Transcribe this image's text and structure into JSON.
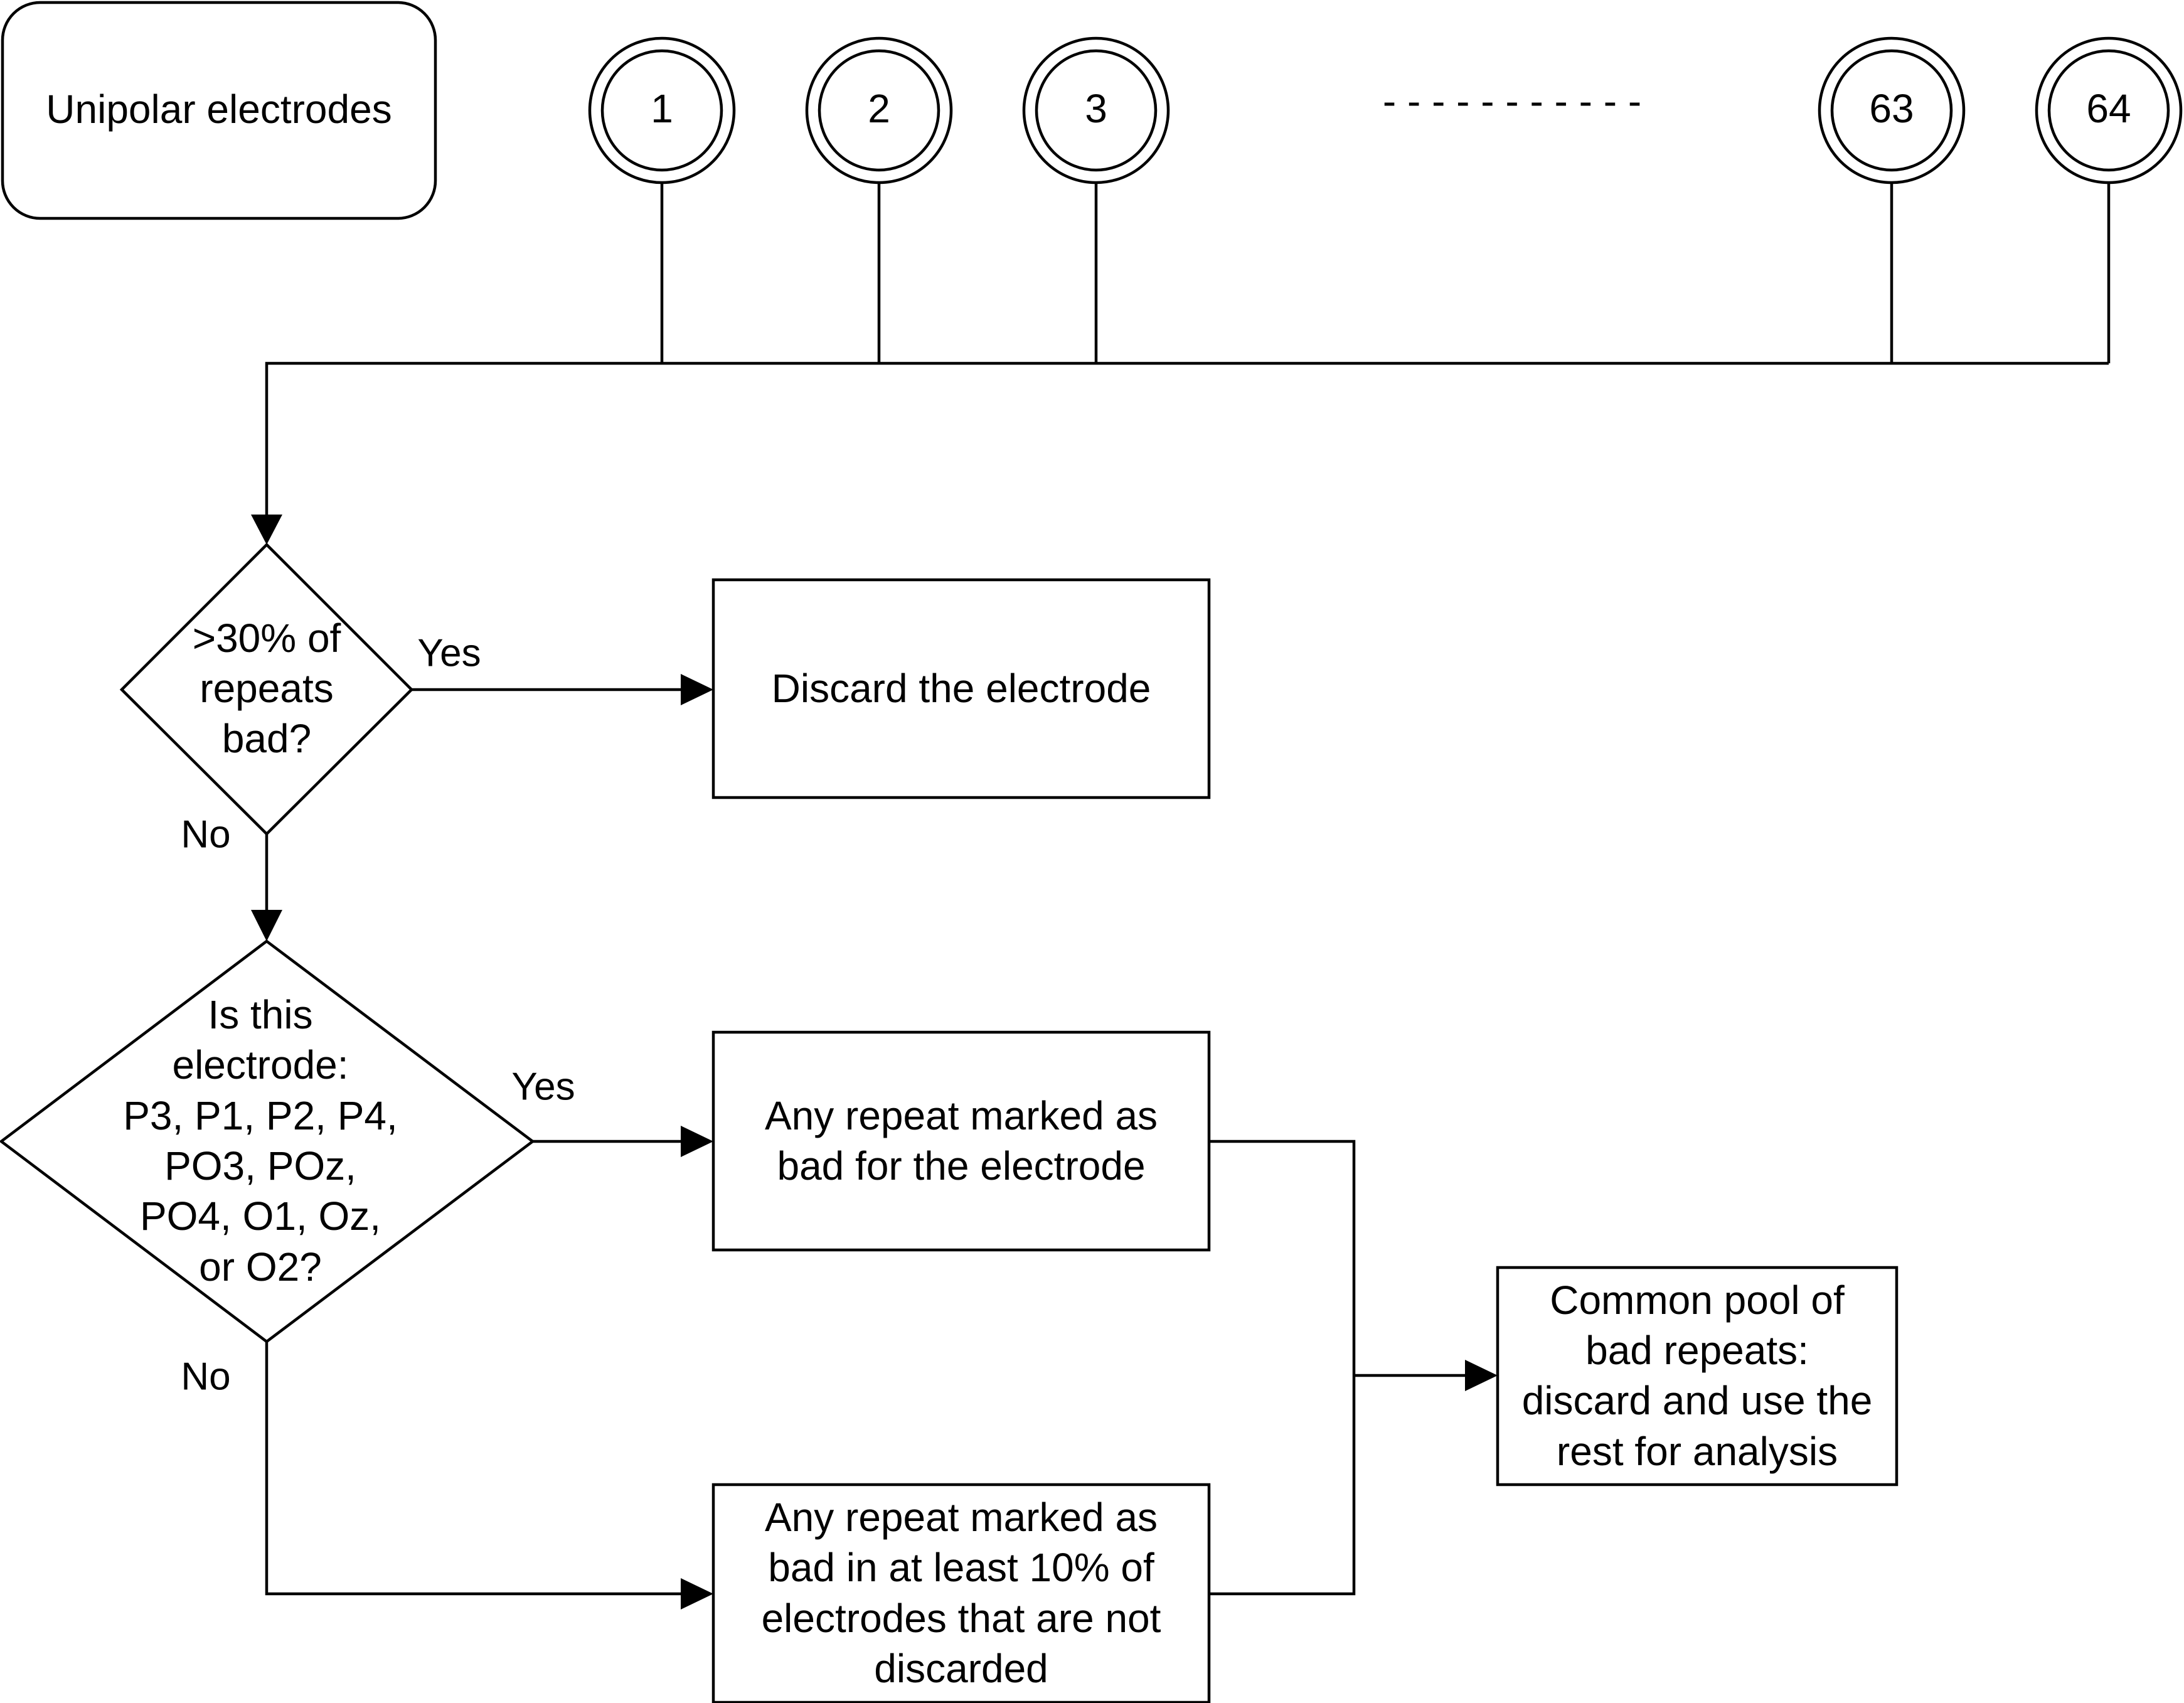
{
  "title_box": {
    "label": "Unipolar electrodes"
  },
  "electrodes": [
    "1",
    "2",
    "3",
    "63",
    "64"
  ],
  "ellipsis": "- - - - - - - - - - -",
  "decision1": {
    "lines": [
      ">30% of",
      "repeats",
      "bad?"
    ],
    "yes": "Yes",
    "no": "No"
  },
  "discard_box": {
    "lines": [
      "Discard the electrode"
    ]
  },
  "decision2": {
    "lines": [
      "Is this",
      "electrode:",
      "P3, P1, P2, P4,",
      "PO3, POz,",
      "PO4, O1, Oz,",
      "or O2?"
    ],
    "yes": "Yes",
    "no": "No"
  },
  "repeat_box": {
    "lines": [
      "Any repeat marked as",
      "bad for the electrode"
    ]
  },
  "ten_percent_box": {
    "lines": [
      "Any repeat marked as",
      "bad in at least 10% of",
      "electrodes that are not",
      "discarded"
    ]
  },
  "common_pool_box": {
    "lines": [
      "Common pool of",
      "bad repeats:",
      "discard and use the",
      "rest for analysis"
    ]
  }
}
